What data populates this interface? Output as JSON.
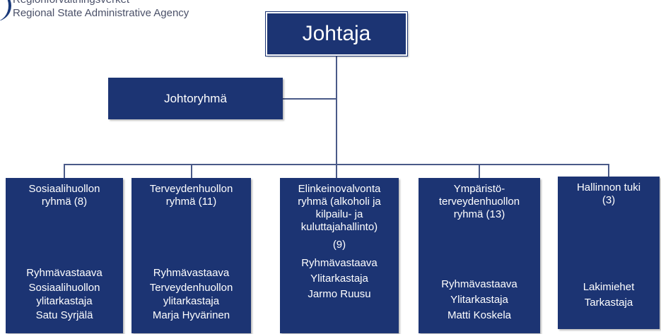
{
  "header": {
    "line1": "Regionförvaltningsverket",
    "line2": "Regional State Administrative Agency"
  },
  "org": {
    "director": "Johtaja",
    "management_group": "Johtoryhmä",
    "units": [
      {
        "title": [
          "Sosiaalihuollon",
          "ryhmä (8)"
        ],
        "staff": [
          "Ryhmävastaava",
          "Sosiaalihuollon",
          "ylitarkastaja",
          "Satu Syrjälä"
        ]
      },
      {
        "title": [
          "Terveydenhuollon",
          "ryhmä (11)"
        ],
        "staff": [
          "Ryhmävastaava",
          "Terveydenhuollon",
          "ylitarkastaja",
          "Marja Hyvärinen"
        ]
      },
      {
        "title": [
          "Elinkeinovalvonta",
          "ryhmä (alkoholi ja",
          "kilpailu- ja",
          "kuluttajahallinto)",
          "(9)"
        ],
        "staff": [
          "Ryhmävastaava",
          "Ylitarkastaja",
          "Jarmo Ruusu"
        ]
      },
      {
        "title": [
          "Ympäristö-",
          "terveydenhuollon",
          "ryhmä (13)"
        ],
        "staff": [
          "Ryhmävastaava",
          "Ylitarkastaja",
          "Matti Koskela"
        ]
      },
      {
        "title": [
          "Hallinnon tuki",
          "(3)"
        ],
        "staff": [
          "Lakimiehet",
          "Tarkastaja"
        ]
      }
    ]
  },
  "colors": {
    "box_fill": "#1c3473",
    "box_text": "#ffffff",
    "connector": "#4a5a88",
    "header_text": "#4a5068"
  }
}
